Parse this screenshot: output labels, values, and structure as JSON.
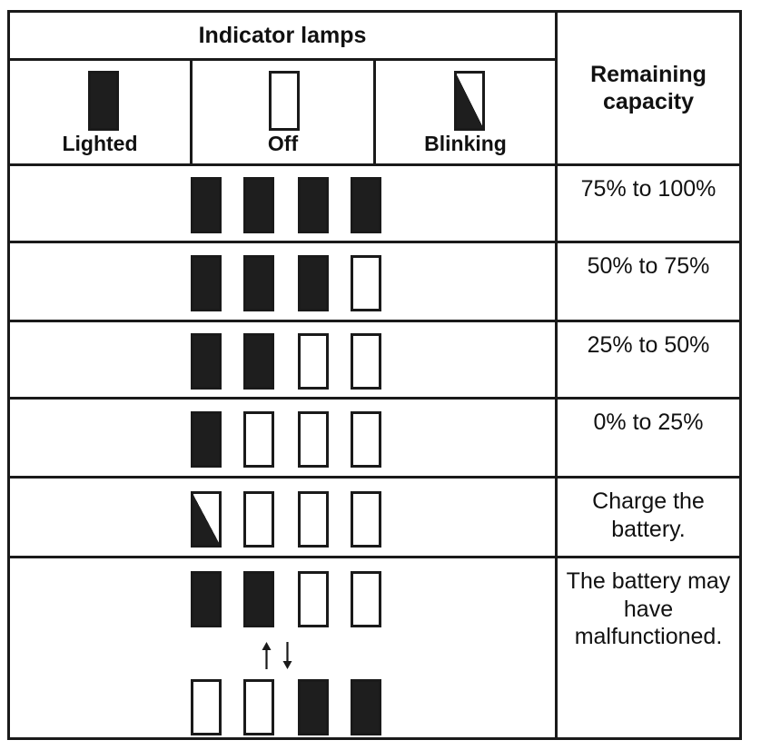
{
  "table": {
    "header": {
      "indicator_lamps_title": "Indicator lamps",
      "remaining_capacity_title": "Remaining capacity",
      "legend": [
        {
          "label": "Lighted",
          "state": "on"
        },
        {
          "label": "Off",
          "state": "off"
        },
        {
          "label": "Blinking",
          "state": "blink"
        }
      ]
    },
    "rows": [
      {
        "lamps": [
          "on",
          "on",
          "on",
          "on"
        ],
        "capacity": "75% to 100%"
      },
      {
        "lamps": [
          "on",
          "on",
          "on",
          "off"
        ],
        "capacity": "50% to 75%"
      },
      {
        "lamps": [
          "on",
          "on",
          "off",
          "off"
        ],
        "capacity": "25% to 50%"
      },
      {
        "lamps": [
          "on",
          "off",
          "off",
          "off"
        ],
        "capacity": "0% to 25%"
      },
      {
        "lamps": [
          "blink",
          "off",
          "off",
          "off"
        ],
        "capacity": "Charge the battery."
      },
      {
        "lamps_top": [
          "on",
          "on",
          "off",
          "off"
        ],
        "lamps_bottom": [
          "off",
          "off",
          "on",
          "on"
        ],
        "alternation_icons": [
          "arrow-up-icon",
          "arrow-down-icon"
        ],
        "capacity": "The battery may have malfunctioned."
      }
    ]
  },
  "colors": {
    "ink": "#1a1a1a",
    "lamp_on": "#1e1e1e",
    "background": "#ffffff"
  }
}
